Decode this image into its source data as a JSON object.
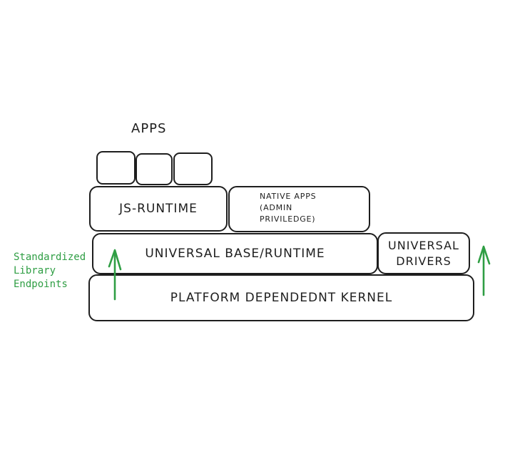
{
  "apps": {
    "title": "APPS",
    "slots": [
      "",
      "",
      ""
    ]
  },
  "layers": {
    "js_runtime": "JS-RUNTIME",
    "native_apps": {
      "line1": "NATIVE APPS",
      "line2": "(ADMIN",
      "line3": "PRIVILEDGE)"
    },
    "universal_base": "UNIVERSAL BASE/RUNTIME",
    "universal_drivers": {
      "line1": "UNIVERSAL",
      "line2": "DRIVERS"
    },
    "kernel": "PLATFORM DEPENDEDNT KERNEL"
  },
  "annotation": {
    "line1": "Standardized",
    "line2": "Library",
    "line3": "Endpoints"
  },
  "colors": {
    "stroke": "#1e1e1e",
    "accent": "#2f9e44"
  }
}
